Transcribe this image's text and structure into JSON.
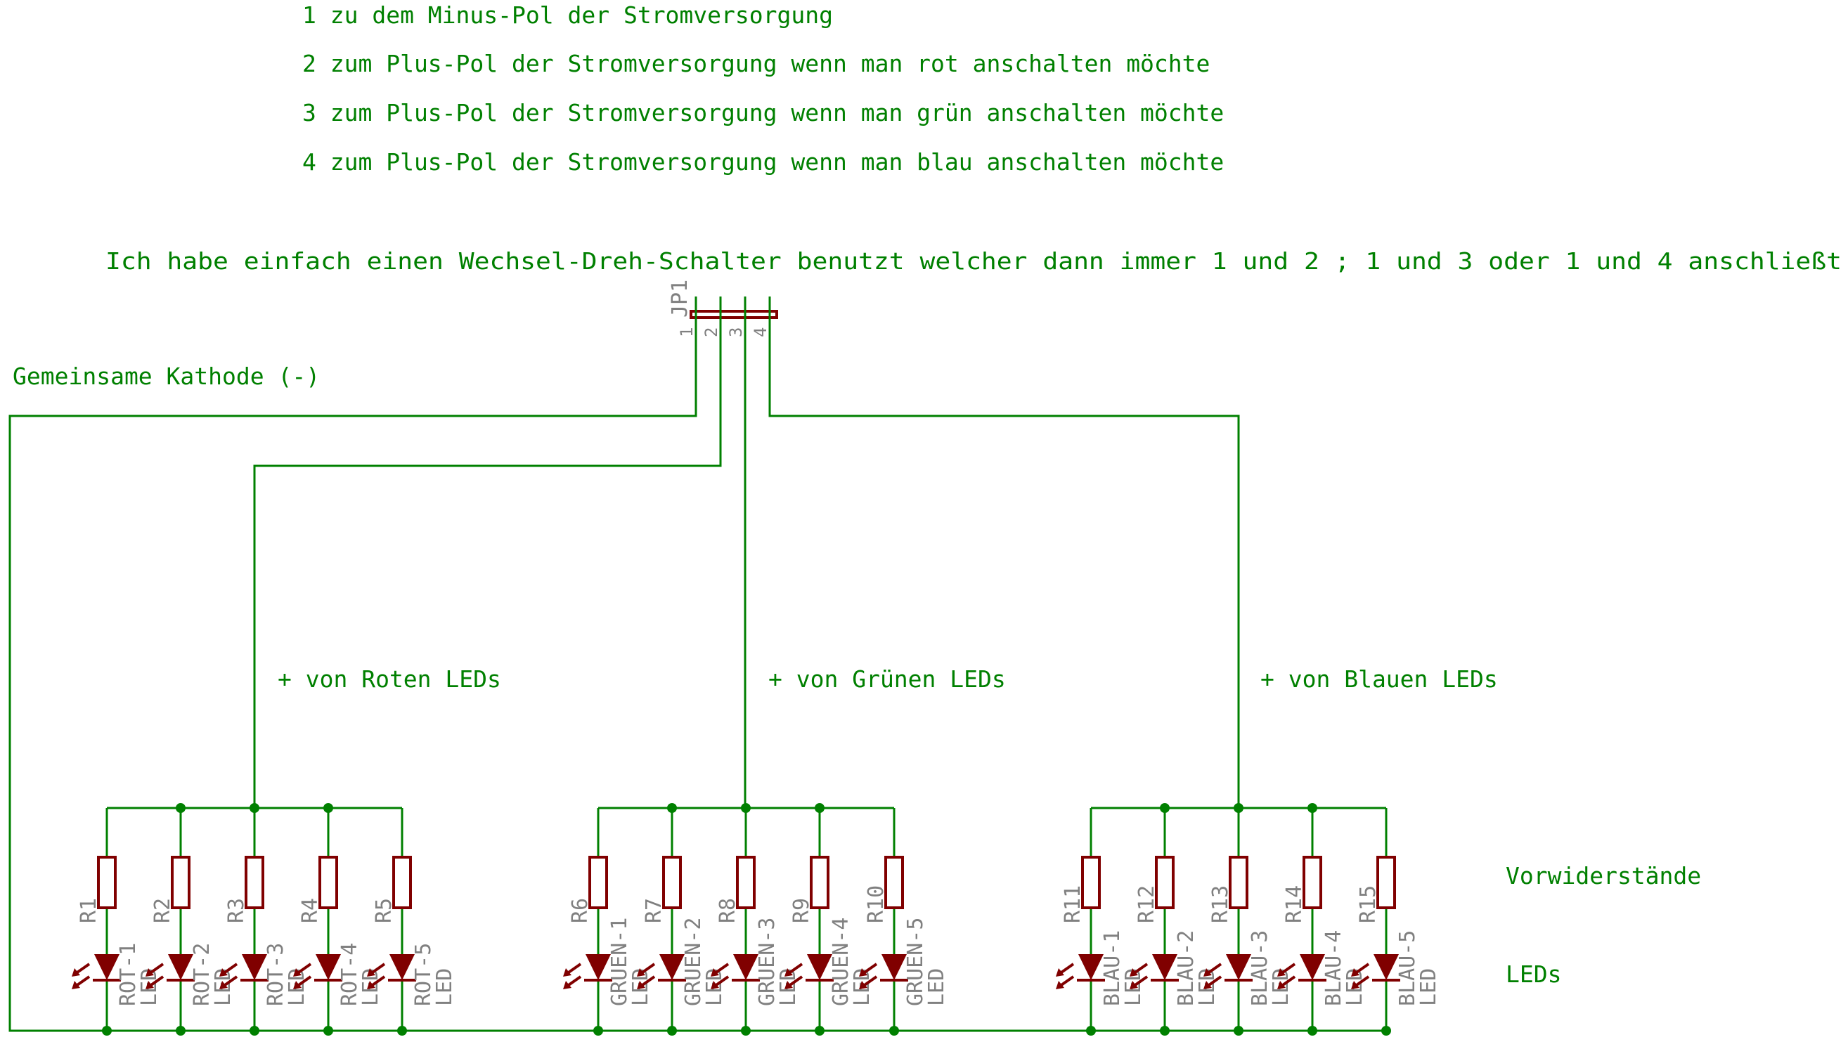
{
  "notes": {
    "line1": "1 zu dem Minus-Pol der Stromversorgung",
    "line2": "2 zum Plus-Pol der Stromversorgung wenn man rot anschalten möchte",
    "line3": "3 zum Plus-Pol der Stromversorgung wenn man grün anschalten möchte",
    "line4": "4 zum Plus-Pol der Stromversorgung wenn man blau anschalten möchte",
    "switch": "Ich habe einfach einen Wechsel-Dreh-Schalter benutzt welcher dann immer 1 und 2 ; 1 und 3 oder 1 und 4 anschließt",
    "cathode": "Gemeinsame Kathode (-)",
    "red_plus": "+ von Roten LEDs",
    "green_plus": "+ von Grünen LEDs",
    "blue_plus": "+ von Blauen LEDs",
    "resistors": "Vorwiderstände",
    "leds": "LEDs"
  },
  "connector": {
    "name": "JP1",
    "pins": [
      "1",
      "2",
      "3",
      "4"
    ]
  },
  "groups": [
    {
      "color_name": "red",
      "resistors": [
        "R1",
        "R2",
        "R3",
        "R4",
        "R5"
      ],
      "leds": [
        "ROT-1",
        "ROT-2",
        "ROT-3",
        "ROT-4",
        "ROT-5"
      ]
    },
    {
      "color_name": "green",
      "resistors": [
        "R6",
        "R7",
        "R8",
        "R9",
        "R10"
      ],
      "leds": [
        "GRUEN-1",
        "GRUEN-2",
        "GRUEN-3",
        "GRUEN-4",
        "GRUEN-5"
      ]
    },
    {
      "color_name": "blue",
      "resistors": [
        "R11",
        "R12",
        "R13",
        "R14",
        "R15"
      ],
      "leds": [
        "BLAU-1",
        "BLAU-2",
        "BLAU-3",
        "BLAU-4",
        "BLAU-5"
      ]
    }
  ],
  "led_value": "LED",
  "colors": {
    "wire": "#008000",
    "symbol": "#800000",
    "label": "#808080",
    "background": "#ffffff"
  }
}
